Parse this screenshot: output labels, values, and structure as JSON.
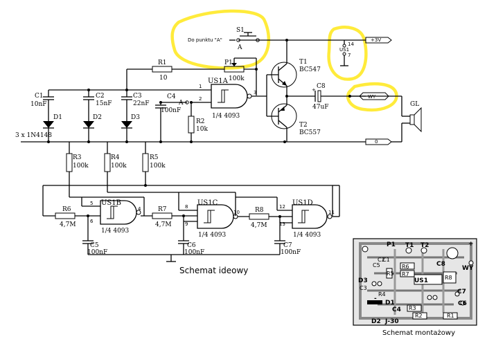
{
  "schematic": {
    "caption": "Schemat ideowy",
    "switch": {
      "label": "S1",
      "node": "A",
      "text": "Do punktu \"A\""
    },
    "supply": {
      "label": "+3V",
      "ground": "0",
      "output": "WY"
    },
    "ic_pins": {
      "ref": "US1",
      "pin_a": "14",
      "pin_b": "7"
    },
    "resistors": [
      {
        "ref": "R1",
        "value": "10"
      },
      {
        "ref": "R2",
        "value": "10k"
      },
      {
        "ref": "R3",
        "value": "100k"
      },
      {
        "ref": "R4",
        "value": "100k"
      },
      {
        "ref": "R5",
        "value": "100k"
      },
      {
        "ref": "R6",
        "value": "4,7M"
      },
      {
        "ref": "R7",
        "value": "4,7M"
      },
      {
        "ref": "R8",
        "value": "4,7M"
      }
    ],
    "potentiometer": {
      "ref": "P1",
      "value": "100k"
    },
    "capacitors": [
      {
        "ref": "C1",
        "value": "10nF"
      },
      {
        "ref": "C2",
        "value": "15nF"
      },
      {
        "ref": "C3",
        "value": "22nF"
      },
      {
        "ref": "C4",
        "value": "100nF"
      },
      {
        "ref": "C5",
        "value": "100nF"
      },
      {
        "ref": "C6",
        "value": "100nF"
      },
      {
        "ref": "C7",
        "value": "100nF"
      },
      {
        "ref": "C8",
        "value": "47uF"
      }
    ],
    "diodes": {
      "refs": [
        "D1",
        "D2",
        "D3"
      ],
      "note": "3 x 1N4148"
    },
    "transistors": [
      {
        "ref": "T1",
        "type": "BC547"
      },
      {
        "ref": "T2",
        "type": "BC557"
      }
    ],
    "speaker": {
      "ref": "GL"
    },
    "gates": [
      {
        "ref": "US1A",
        "part": "1/4 4093",
        "pins": [
          "1",
          "2",
          "3"
        ]
      },
      {
        "ref": "US1B",
        "part": "1/4 4093",
        "pins": [
          "5",
          "6",
          "4"
        ]
      },
      {
        "ref": "US1C",
        "part": "1/4 4093",
        "pins": [
          "8",
          "9",
          "10"
        ]
      },
      {
        "ref": "US1D",
        "part": "1/4 4093",
        "pins": [
          "12",
          "13",
          "11"
        ]
      }
    ]
  },
  "pcb": {
    "caption": "Schemat montażowy",
    "labels": [
      "P1",
      "T1",
      "T2",
      "C8",
      "WY",
      "R6",
      "R7",
      "R8",
      "US1",
      "C5",
      "D3",
      "R5",
      "R4",
      "C7",
      "C1",
      "C2",
      "C3",
      "C4",
      "D1",
      "D2",
      "J-30",
      "R3",
      "R2",
      "R1",
      "C6",
      "+",
      "-"
    ]
  },
  "colors": {
    "highlight": "#ffeb3b",
    "ink": "#000000",
    "background": "#ffffff"
  }
}
